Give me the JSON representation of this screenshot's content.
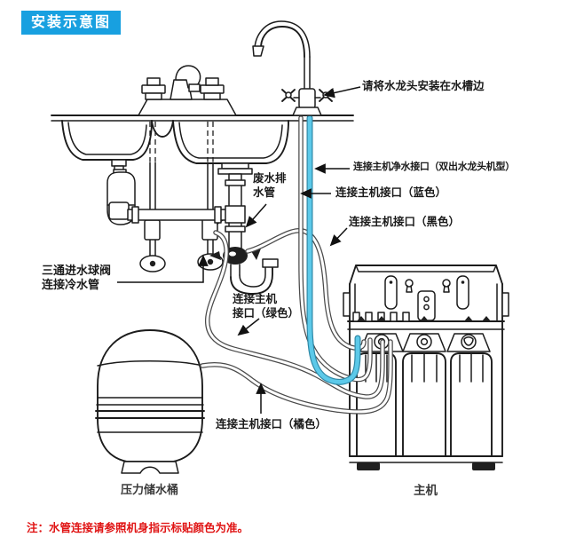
{
  "title": "安装示意图",
  "annotations": {
    "faucet": "请将水龙头安装在水槽边",
    "pure_port": "连接主机净水接口（双出水龙头机型）",
    "blue_port": "连接主机接口（蓝色）",
    "black_port": "连接主机接口（黑色）",
    "waste": {
      "line1": "废水排",
      "line2": "水管"
    },
    "tee_valve": {
      "line1": "三通进水球阀",
      "line2": "连接冷水管"
    },
    "green_port": {
      "line1": "连接主机",
      "line2": "接口（绿色）"
    },
    "orange_port": "连接主机接口（橘色）"
  },
  "captions": {
    "tank": "压力储水桶",
    "main_unit": "主机"
  },
  "note": "注：水管连接请参照机身指示标贴颜色为准。",
  "colors": {
    "accent_blue": "#18A0E0",
    "tube_cyan": "#5CC9E9",
    "note_red": "#E01414",
    "line_dark": "#1C1C1C"
  }
}
